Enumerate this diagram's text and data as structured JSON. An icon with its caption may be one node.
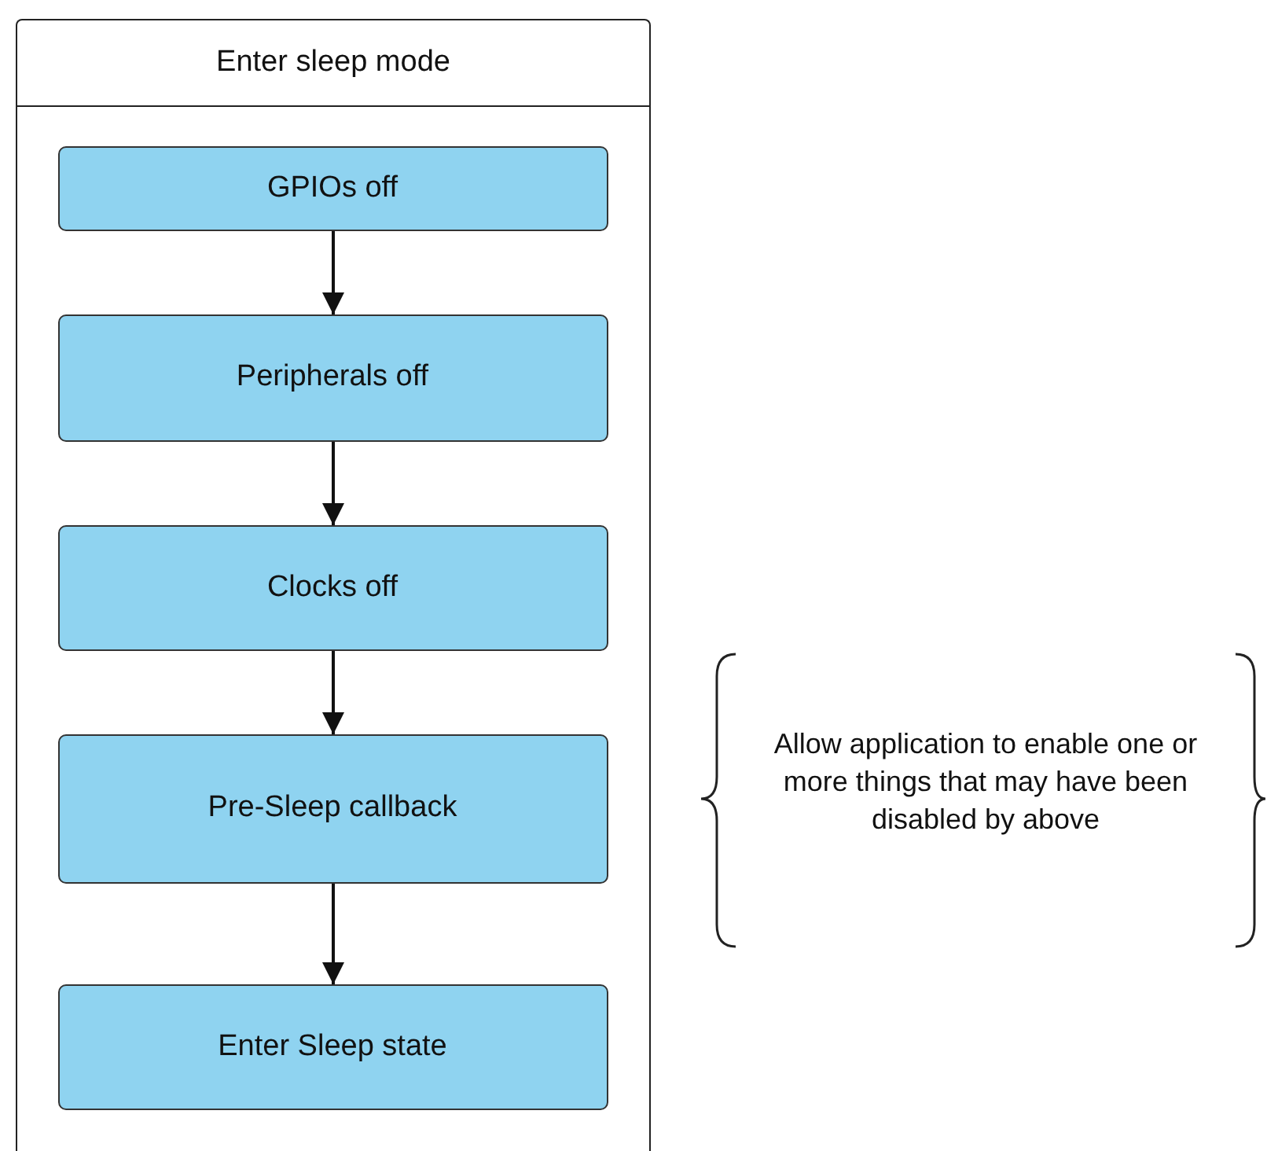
{
  "diagram": {
    "nodes": [
      {
        "text": [
          "Enter sleep mode"
        ]
      },
      {
        "text": [
          "GPIOs off"
        ],
        "in": 0
      },
      {
        "text": [
          "Peripherals off"
        ],
        "in": 0
      },
      {
        "text": [
          "Clocks off"
        ],
        "in": 0
      },
      {
        "text": [
          "Pre-Sleep callback"
        ],
        "in": 0
      },
      {
        "text": [
          "Enter Sleep state"
        ],
        "in": 0
      }
    ],
    "edges": [
      {
        "from": 1,
        "to": 2,
        "arrow": "to"
      },
      {
        "from": 2,
        "to": 3,
        "arrow": "to"
      },
      {
        "from": 3,
        "to": 4,
        "arrow": "to"
      },
      {
        "from": 4,
        "to": 5,
        "arrow": "to"
      }
    ],
    "labels": [
      "Allow application to enable one or more things that may have been disabled by above"
    ]
  }
}
